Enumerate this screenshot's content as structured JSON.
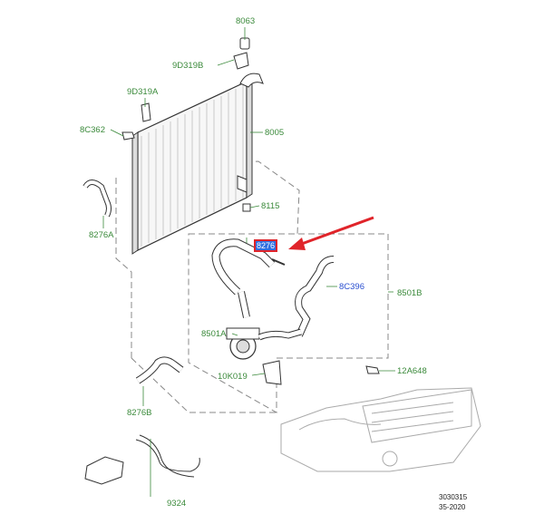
{
  "diagram": {
    "labels": {
      "p8063": "8063",
      "p9d319b": "9D319B",
      "p9d319a": "9D319A",
      "p8005": "8005",
      "p8c362": "8C362",
      "p8115": "8115",
      "p8276a": "8276A",
      "p8276_selected": "8276",
      "p8c396": "8C396",
      "p8501b": "8501B",
      "p8501a": "8501A",
      "p10k019": "10K019",
      "p12a648": "12A648",
      "p8276b": "8276B",
      "p9324": "9324"
    },
    "footer": {
      "code1": "3030315",
      "code2": "35-2020"
    },
    "colors": {
      "callout_line": "#3b8a3b",
      "selected_text": "#2a4fd0",
      "highlight_box": "#e0242a",
      "arrow": "#e0242a"
    }
  }
}
